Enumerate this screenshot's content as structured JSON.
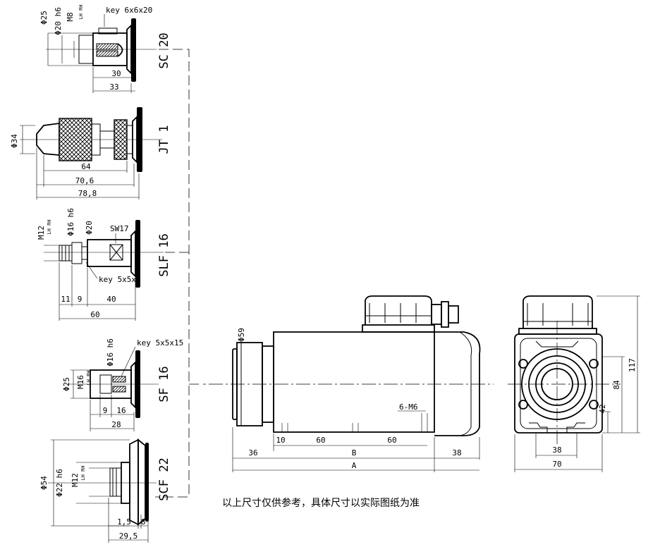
{
  "note": "以上尺寸仅供参考，具体尺寸以实际图纸为准",
  "adapters": {
    "sc20": {
      "name": "SC 20",
      "key": "key 6x6x20",
      "d_outer": "Φ25",
      "d_shaft": "Φ20 h6",
      "thread": "M8",
      "thread_dir": "LH RH",
      "len_inner": "30",
      "len_outer": "33"
    },
    "jt1": {
      "name": "JT 1",
      "diameter": "Φ34",
      "len1": "64",
      "len2": "70,6",
      "len3": "78,8"
    },
    "slf16": {
      "name": "SLF 16",
      "thread": "M12",
      "thread_dir": "LH RH",
      "d_shaft": "Φ16 h6",
      "d_collar": "Φ20",
      "wrench": "SW17",
      "key": "key 5x5x8",
      "len_a": "11",
      "len_b": "9",
      "len_c": "40",
      "len_total": "60"
    },
    "sf16": {
      "name": "SF 16",
      "key": "key 5x5x15",
      "d_shaft": "Φ16 h6",
      "d_outer": "Φ25",
      "thread": "M16",
      "thread_dir": "LH RH",
      "len_a": "9",
      "len_b": "16",
      "len_total": "28"
    },
    "scf22": {
      "name": "SCF 22",
      "d_outer": "Φ54",
      "d_shaft": "Φ22 h6",
      "thread": "M12",
      "thread_dir": "LH RH",
      "len_a": "1,5",
      "len_b": "8",
      "len_total": "29,5"
    }
  },
  "motor_side": {
    "d_nose": "Φ59",
    "holes": "6-M6",
    "dim_10": "10",
    "dim_60a": "60",
    "dim_60b": "60",
    "dim_B": "B",
    "dim_36": "36",
    "dim_38": "38",
    "dim_A": "A"
  },
  "motor_end": {
    "dim_117": "117",
    "dim_84": "84",
    "dim_42": "42",
    "dim_38": "38",
    "dim_70": "70"
  }
}
